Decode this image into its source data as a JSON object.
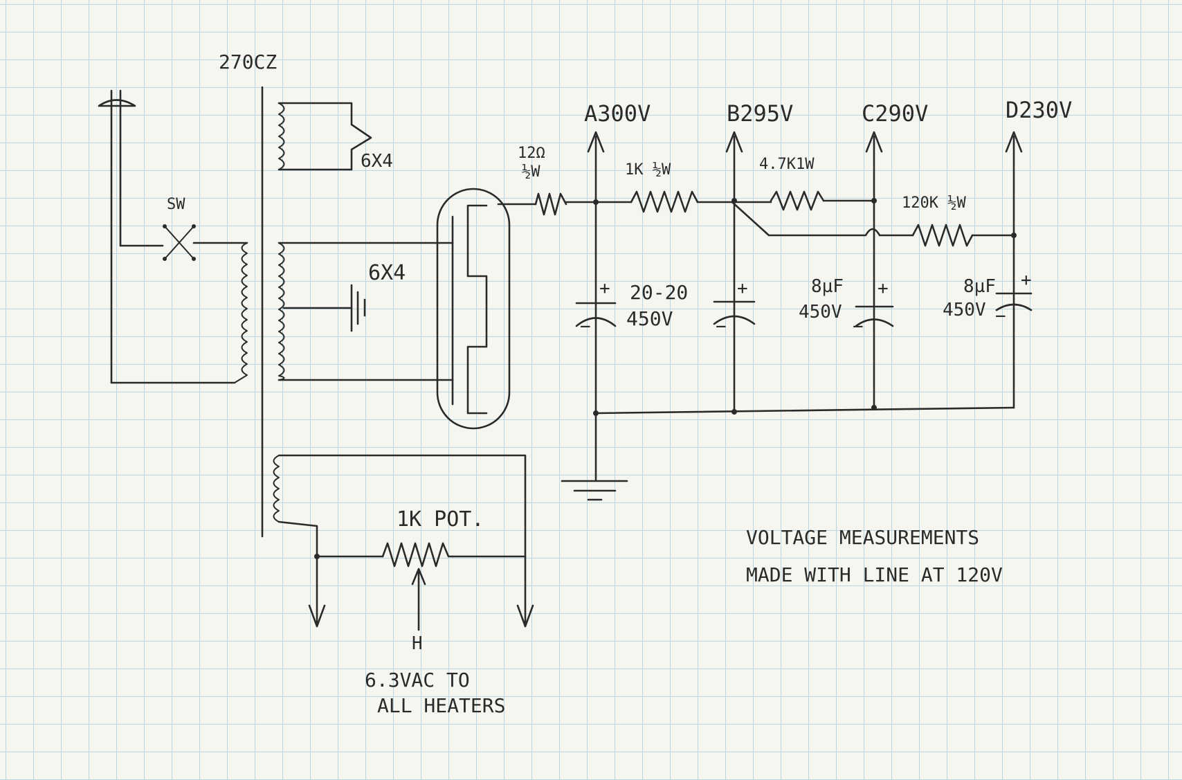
{
  "labels": {
    "transformer": "270CZ",
    "rect_winding": "6X4",
    "rect_tube": "6X4",
    "switch": "SW",
    "node_a": "A300V",
    "node_b": "B295V",
    "node_c": "C290V",
    "node_d": "D230V",
    "r1_value": "12Ω",
    "r1_power": "½W",
    "r2": "1K ½W",
    "r3": "4.7K1W",
    "r4": "120K ½W",
    "cap_ab_value": "20-20",
    "cap_ab_voltage": "450V",
    "cap_c_value": "8µF",
    "cap_c_voltage": "450V",
    "cap_d_value": "8µF",
    "cap_d_voltage": "450V",
    "plus": "+",
    "minus": "−",
    "pot": "1K POT.",
    "heater_tap": "H",
    "heater_line1": "6.3VAC TO",
    "heater_line2": "ALL HEATERS",
    "note_line1": "VOLTAGE MEASUREMENTS",
    "note_line2": "MADE WITH LINE AT 120V"
  }
}
